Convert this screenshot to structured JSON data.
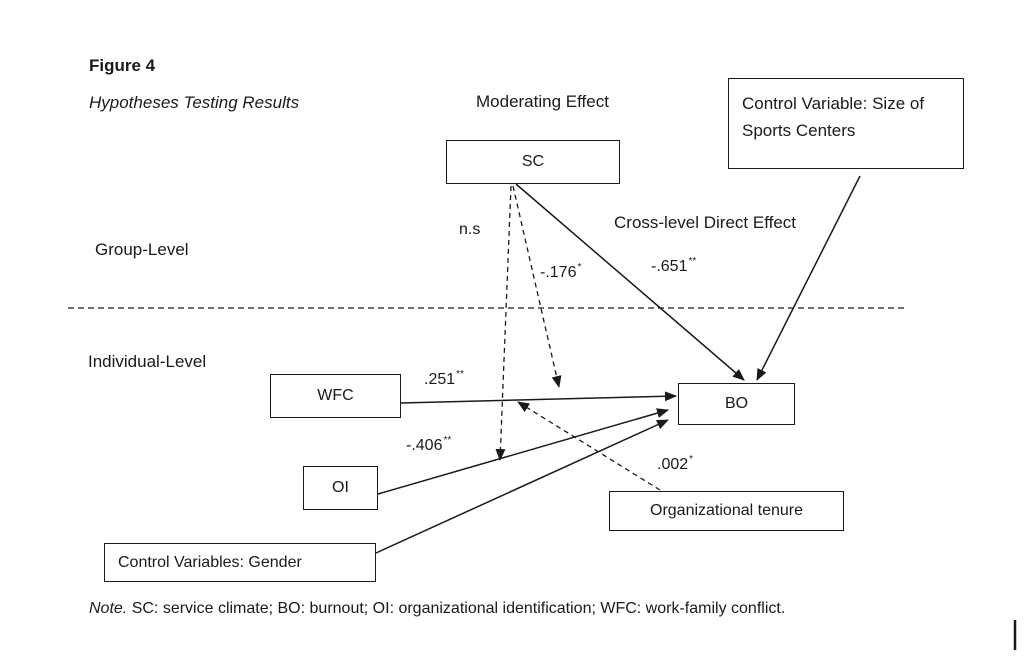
{
  "figure": {
    "number": "Figure 4",
    "title": "Hypotheses Testing Results"
  },
  "labels": {
    "moderating_effect": "Moderating Effect",
    "cross_level_direct_effect": "Cross-level Direct Effect",
    "group_level": "Group-Level",
    "individual_level": "Individual-Level",
    "ns": "n.s"
  },
  "boxes": {
    "sc": "SC",
    "control_size": "Control Variable: Size of Sports Centers",
    "wfc": "WFC",
    "bo": "BO",
    "oi": "OI",
    "org_tenure": "Organizational tenure",
    "control_gender": "Control Variables: Gender"
  },
  "coefficients": {
    "sc_mod": {
      "value": "-.176",
      "sig": "*"
    },
    "sc_bo": {
      "value": "-.651",
      "sig": "**"
    },
    "wfc_bo": {
      "value": ".251",
      "sig": "**"
    },
    "oi_bo": {
      "value": "-.406",
      "sig": "**"
    },
    "tenure": {
      "value": ".002",
      "sig": "*"
    }
  },
  "note": {
    "prefix": "Note.",
    "text": " SC: service climate; BO: burnout; OI: organizational identification; WFC: work-family conflict."
  },
  "colors": {
    "ink": "#1a1a1a"
  }
}
